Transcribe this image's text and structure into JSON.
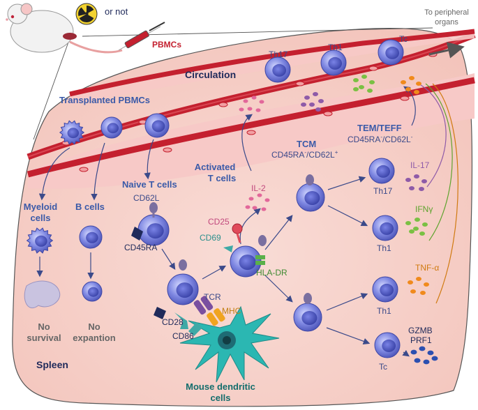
{
  "header": {
    "or_not": "or not",
    "pbmcs": "PBMCs",
    "to_peripheral": [
      "To peripheral",
      "organs"
    ]
  },
  "circulation": {
    "title": "Circulation",
    "cells": [
      "Th17",
      "Th1",
      "Tc"
    ]
  },
  "spleen": {
    "title": "Spleen",
    "transplanted": "Transplanted PBMCs",
    "myeloid": [
      "Myeloid",
      "cells"
    ],
    "b_cells": "B cells",
    "no_survival": [
      "No",
      "survival"
    ],
    "no_expantion": [
      "No",
      "expantion"
    ],
    "naive": "Naive T cells",
    "cd62l": "CD62L",
    "cd45ra": "CD45RA",
    "activated": [
      "Activated",
      "T cells"
    ],
    "il2": "IL-2",
    "cd25": "CD25",
    "cd69": "CD69",
    "hladr": "HLA-DR",
    "tcr": "TCR",
    "mhc": "MHC",
    "cd28": "CD28",
    "cd86": "CD86",
    "dc": [
      "Mouse dendritic",
      "cells"
    ],
    "tcm": "TCM",
    "tcm_markers": {
      "a": "CD45RA",
      "a_sup": "-",
      "mid": "/CD62L",
      "b_sup": "+"
    },
    "tem": "TEM/TEFF",
    "tem_markers": {
      "a": "CD45RA",
      "a_sup": "-",
      "mid": "/CD62L",
      "b_sup": "-"
    },
    "effectors": {
      "th17": "Th17",
      "th1_a": "Th1",
      "th1_b": "Th1",
      "tc": "Tc"
    },
    "cytokines": {
      "il17": "IL-17",
      "ifng": "IFNγ",
      "tnfa": "TNF-α",
      "gzmb": "GZMB",
      "prf1": "PRF1"
    }
  },
  "colors": {
    "spleen_fill": "#f6d3cc",
    "vessel_red": "#c4202f",
    "cell_blue": "#6f78d8",
    "il2_pink": "#e2679a",
    "il17_purple": "#8e5aa8",
    "ifng_green": "#7ac043",
    "tnfa_orange": "#f08a1c",
    "gzmb_blue": "#2b4fb0",
    "dc_teal": "#2bb7b2"
  }
}
